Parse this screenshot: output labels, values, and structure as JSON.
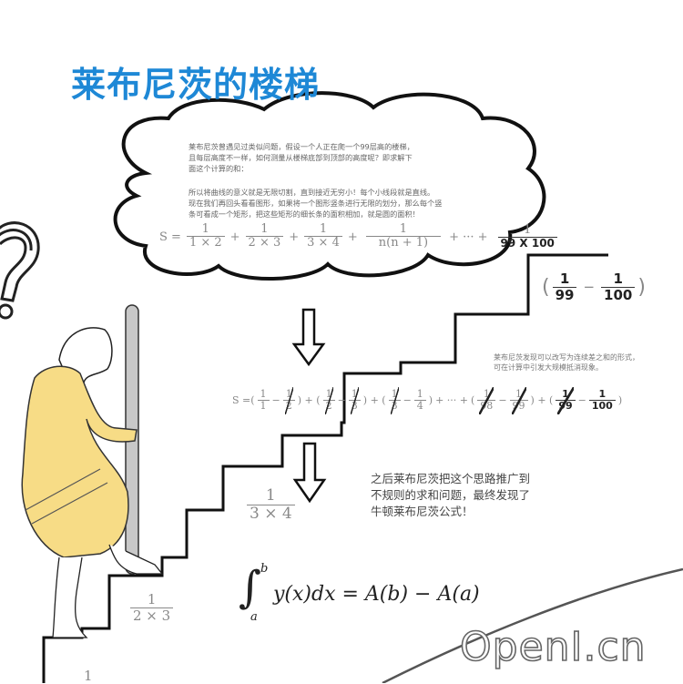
{
  "title": "莱布尼茨的楼梯",
  "cloud": {
    "paragraph1": [
      "莱布尼茨曾遇见过类似问题，假设一个人正在爬一个99层高的楼梯，",
      "且每层高度不一样，如何测量从楼梯底部到顶部的高度呢？即求解下",
      "面这个计算的和："
    ],
    "paragraph2": [
      "所以将曲线的意义就是无限切割，直到接近无穷小！每个小线段就是直线。",
      "现在我们再回头看看图形，如果将一个图形竖条进行无限的划分，那么每个竖",
      "条可看成一个矩形，把这些矩形的细长条的面积相加，就是圆的面积！"
    ],
    "formula": {
      "lhs": "S =",
      "terms": [
        {
          "num": "1",
          "den": "1 × 2"
        },
        {
          "num": "1",
          "den": "2 × 3"
        },
        {
          "num": "1",
          "den": "3 × 4"
        },
        {
          "num": "1",
          "den": "n(n + 1)"
        }
      ],
      "plus": "+",
      "ellipsis": "+ ··· +",
      "last": {
        "num": "1",
        "den": "99 X 100"
      }
    }
  },
  "top_step_label": {
    "open": "(",
    "a_num": "1",
    "a_den": "99",
    "minus": "−",
    "b_num": "1",
    "b_den": "100",
    "close": ")"
  },
  "telescoping_note": [
    "莱布尼茨发现可以改写为连续差之和的形式，",
    "可在计算中引发大规模抵消现象。"
  ],
  "telescoping": {
    "lhs": "S = ",
    "groups": [
      {
        "a_num": "1",
        "a_den": "1",
        "b_num": "1",
        "b_den": "2",
        "a_struck": false,
        "b_struck": true
      },
      {
        "a_num": "1",
        "a_den": "2",
        "b_num": "1",
        "b_den": "3",
        "a_struck": true,
        "b_struck": true
      },
      {
        "a_num": "1",
        "a_den": "3",
        "b_num": "1",
        "b_den": "4",
        "a_struck": true,
        "b_struck": false
      }
    ],
    "dots": "+ ··· +",
    "tail": [
      {
        "a_num": "1",
        "a_den": "98",
        "b_num": "1",
        "b_den": "99",
        "a_struck": true,
        "b_struck": true
      },
      {
        "a_num": "1",
        "a_den": "99",
        "b_num": "1",
        "b_den": "100",
        "a_struck": true,
        "b_struck": false
      }
    ]
  },
  "conclusion": [
    "之后莱布尼茨把这个思路推广到",
    "不规则的求和问题，最终发现了",
    "牛顿莱布尼茨公式！"
  ],
  "step_labels": [
    {
      "num": "1",
      "den": "3 × 4"
    },
    {
      "num": "1",
      "den": "2 × 3"
    },
    {
      "num": "1",
      "den": ""
    }
  ],
  "integral": {
    "upper": "b",
    "lower": "a",
    "body": "y(x)dx = A(b) − A(a)"
  },
  "watermark": "OpenI.cn",
  "colors": {
    "title": "#1e88d6",
    "robe": "#f7dc86",
    "staff": "#c8c8c8",
    "stroke": "#111111"
  }
}
